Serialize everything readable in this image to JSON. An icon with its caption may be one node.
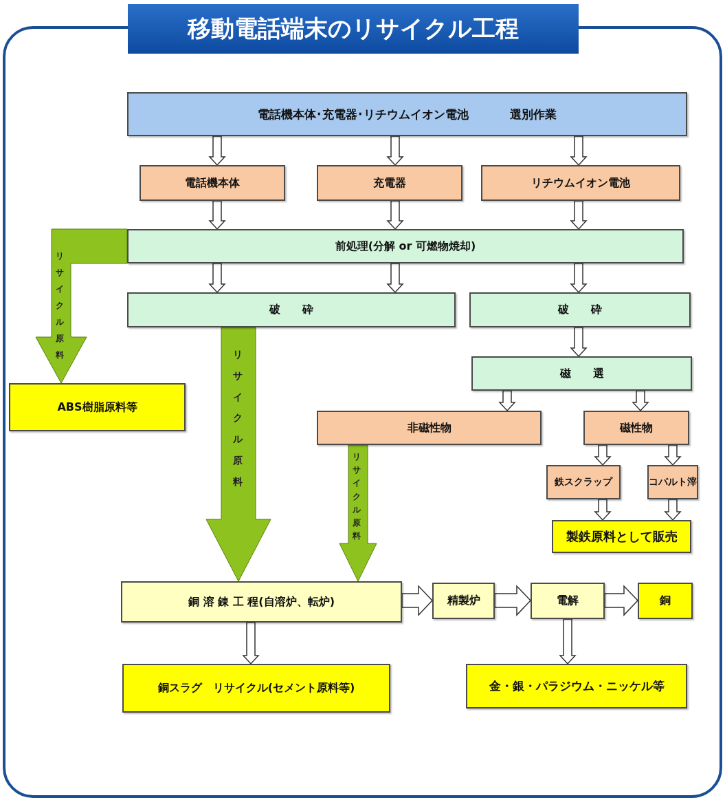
{
  "diagram": {
    "title": "移動電話端末のリサイクル工程",
    "nodes": [
      {
        "text": [
          "電話機本体･充電器･リチウムイオン電池",
          "選別作業"
        ]
      },
      {
        "text": [
          "電話機本体"
        ]
      },
      {
        "text": [
          "充電器"
        ]
      },
      {
        "text": [
          "リチウムイオン電池"
        ]
      },
      {
        "text": [
          "前処理(分解 or 可燃物焼却)"
        ]
      },
      {
        "text": [
          "破　　砕"
        ]
      },
      {
        "text": [
          "破　　砕"
        ]
      },
      {
        "text": [
          "磁　　選"
        ]
      },
      {
        "text": [
          "ABS樹脂原料等"
        ]
      },
      {
        "text": [
          "非磁性物"
        ]
      },
      {
        "text": [
          "磁性物"
        ]
      },
      {
        "text": [
          "鉄スクラップ"
        ]
      },
      {
        "text": [
          "コバルト滓"
        ]
      },
      {
        "text": [
          "製鉄原料として販売"
        ]
      },
      {
        "text": [
          "銅 溶 錬 工 程(自溶炉、転炉)"
        ]
      },
      {
        "text": [
          "精製炉"
        ]
      },
      {
        "text": [
          "電解"
        ]
      },
      {
        "text": [
          "銅"
        ]
      },
      {
        "text": [
          "銅スラグ　リサイクル(セメント原料等)"
        ]
      },
      {
        "text": [
          "金・銀・パラジウム・ニッケル等"
        ]
      }
    ],
    "edges": [
      {
        "from": 0,
        "to": 1,
        "arrow": "to"
      },
      {
        "from": 0,
        "to": 2,
        "arrow": "to"
      },
      {
        "from": 0,
        "to": 3,
        "arrow": "to"
      },
      {
        "from": 1,
        "to": 4,
        "arrow": "to"
      },
      {
        "from": 2,
        "to": 4,
        "arrow": "to"
      },
      {
        "from": 3,
        "to": 4,
        "arrow": "to"
      },
      {
        "from": 4,
        "to": 8,
        "arrow": "to",
        "label": "リサイクル原料",
        "style": "thick",
        "color": "#8dc21f"
      },
      {
        "from": 4,
        "to": 5,
        "arrow": "to"
      },
      {
        "from": 4,
        "to": 5,
        "arrow": "to"
      },
      {
        "from": 4,
        "to": 6,
        "arrow": "to"
      },
      {
        "from": 6,
        "to": 7,
        "arrow": "to"
      },
      {
        "from": 5,
        "to": 14,
        "arrow": "to",
        "label": "リサイクル原料",
        "style": "thick",
        "color": "#8dc21f"
      },
      {
        "from": 7,
        "to": 9,
        "arrow": "to"
      },
      {
        "from": 7,
        "to": 10,
        "arrow": "to"
      },
      {
        "from": 10,
        "to": 11,
        "arrow": "to"
      },
      {
        "from": 10,
        "to": 12,
        "arrow": "to"
      },
      {
        "from": 9,
        "to": 14,
        "arrow": "to",
        "label": "リサイクル原料",
        "style": "thick",
        "color": "#8dc21f"
      },
      {
        "from": 11,
        "to": 13,
        "arrow": "to"
      },
      {
        "from": 12,
        "to": 13,
        "arrow": "to"
      },
      {
        "from": 14,
        "to": 15,
        "arrow": "to"
      },
      {
        "from": 15,
        "to": 16,
        "arrow": "to"
      },
      {
        "from": 16,
        "to": 17,
        "arrow": "to"
      },
      {
        "from": 14,
        "to": 18,
        "arrow": "to"
      },
      {
        "from": 16,
        "to": 19,
        "arrow": "to"
      }
    ]
  }
}
